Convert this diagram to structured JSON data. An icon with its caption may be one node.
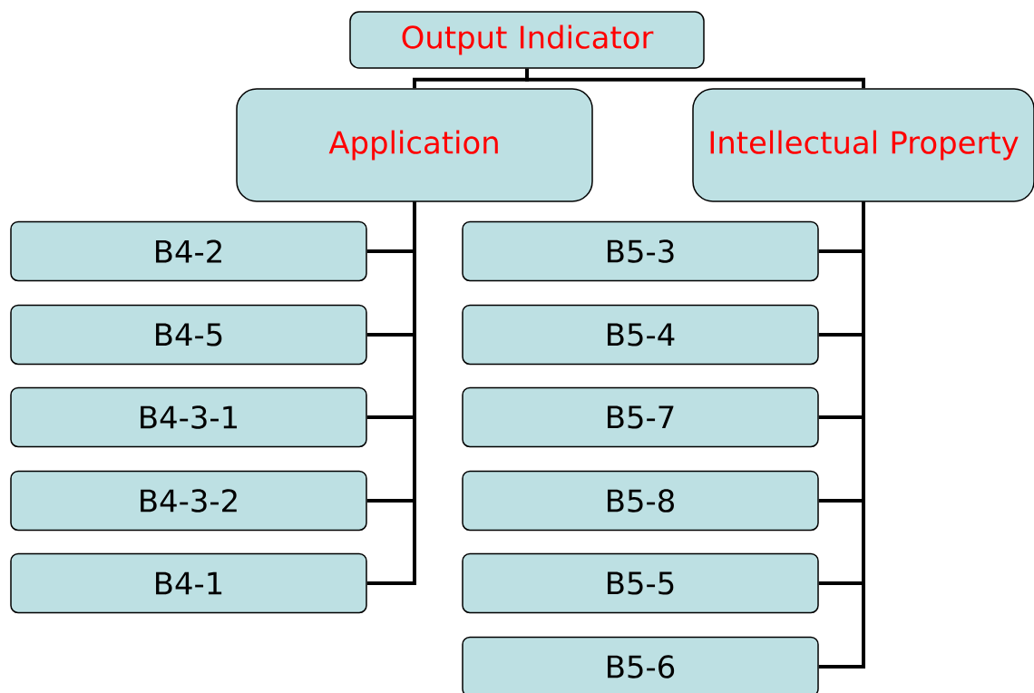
{
  "diagram": {
    "nodes": [
      {
        "text": [
          "Output Indicator"
        ]
      },
      {
        "text": [
          "Application"
        ]
      },
      {
        "text": [
          "Intellectual Property"
        ]
      },
      {
        "text": [
          "B4-2"
        ]
      },
      {
        "text": [
          "B4-5"
        ]
      },
      {
        "text": [
          "B4-3-1"
        ]
      },
      {
        "text": [
          "B4-3-2"
        ]
      },
      {
        "text": [
          "B4-1"
        ]
      },
      {
        "text": [
          "B5-3"
        ]
      },
      {
        "text": [
          "B5-4"
        ]
      },
      {
        "text": [
          "B5-7"
        ]
      },
      {
        "text": [
          "B5-8"
        ]
      },
      {
        "text": [
          "B5-5"
        ]
      },
      {
        "text": [
          "B5-6"
        ]
      }
    ],
    "edges": [
      {
        "from": 0,
        "to": 1,
        "arrow": "none"
      },
      {
        "from": 0,
        "to": 2,
        "arrow": "none"
      },
      {
        "from": 1,
        "to": 3,
        "arrow": "none"
      },
      {
        "from": 1,
        "to": 4,
        "arrow": "none"
      },
      {
        "from": 1,
        "to": 5,
        "arrow": "none"
      },
      {
        "from": 1,
        "to": 6,
        "arrow": "none"
      },
      {
        "from": 1,
        "to": 7,
        "arrow": "none"
      },
      {
        "from": 2,
        "to": 8,
        "arrow": "none"
      },
      {
        "from": 2,
        "to": 9,
        "arrow": "none"
      },
      {
        "from": 2,
        "to": 10,
        "arrow": "none"
      },
      {
        "from": 2,
        "to": 11,
        "arrow": "none"
      },
      {
        "from": 2,
        "to": 12,
        "arrow": "none"
      },
      {
        "from": 2,
        "to": 13,
        "arrow": "none"
      }
    ]
  }
}
